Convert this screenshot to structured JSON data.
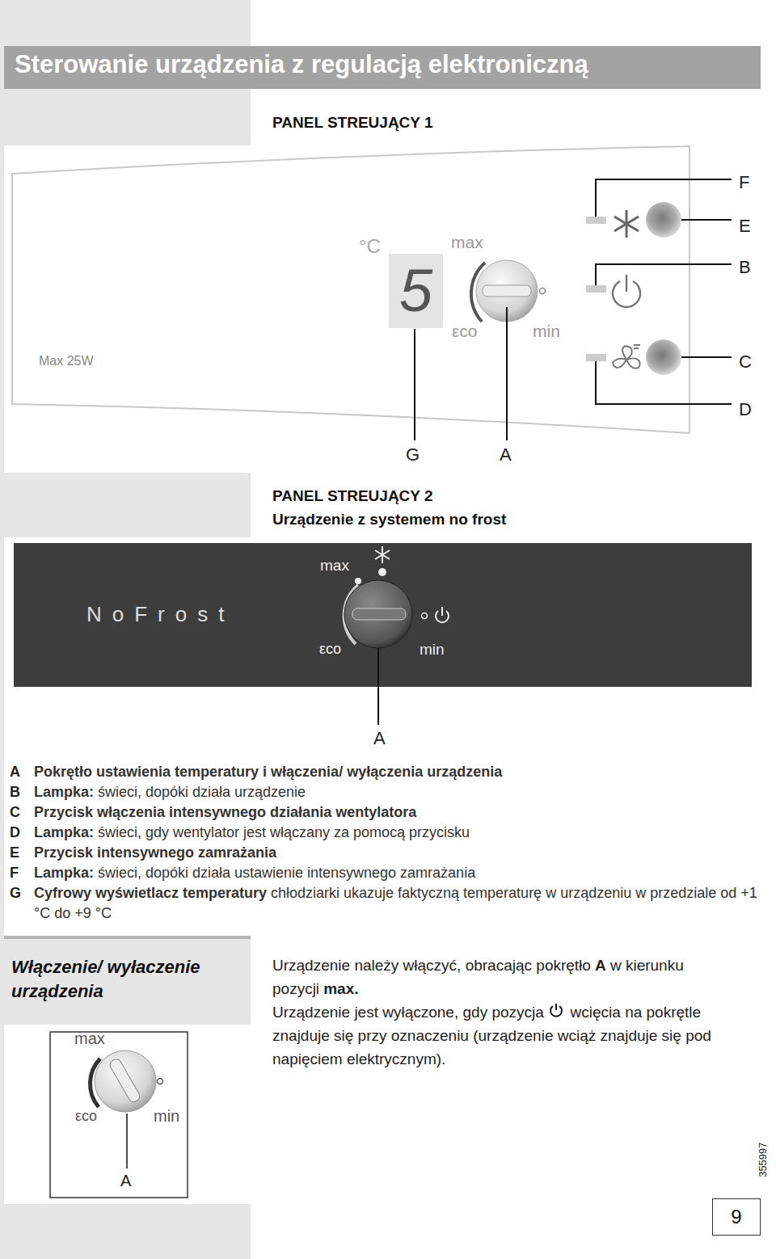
{
  "diagram": {
    "title": "Sterowanie urządzenia z regulacją elektroniczną",
    "nodes": [
      {
        "text": [
          "Max 25W"
        ]
      },
      {
        "text": [
          "5"
        ],
        "in": 0
      },
      {
        "text": [
          "NoFrost"
        ]
      },
      {
        "text": [
          "Włączenie/ wyłaczenie urządzenia"
        ]
      },
      {
        "text": [
          "9"
        ]
      }
    ],
    "labels": [
      "PANEL STREUJĄCY 1",
      "°C",
      "max",
      "εco",
      "min",
      "F",
      "E",
      "B",
      "C",
      "D",
      "G",
      "A",
      "PANEL STREUJĄCY 2",
      "Urządzenie z systemem no frost",
      "max",
      "εco",
      "min",
      "A",
      "A",
      "Pokrętło ustawienia temperatury i włączenia/ wyłączenia urządzenia",
      "B",
      "Lampka:",
      "świeci, dopóki działa urządzenie",
      "C",
      "Przycisk włączenia intensywnego działania wentylatora",
      "D",
      "Lampka:",
      "świeci, gdy wentylator jest włączany za pomocą przycisku",
      "E",
      "Przycisk intensywnego zamrażania",
      "F",
      "Lampka:",
      "świeci, dopóki działa ustawienie intensywnego zamrażania",
      "G",
      "Cyfrowy wyświetlacz temperatury",
      "chłodziarki ukazuje faktyczną temperaturę w urządzeniu w przedziale od +1 °C do +9 °C",
      "Urządzenie należy włączyć, obracając pokrętło",
      "A",
      "w kierunku pozycji",
      "max.",
      "Urządzenie jest wyłączone, gdy pozycja",
      "wcięcia na pokrętle znajduje się przy oznaczeniu (urządzenie wciąż znajduje się pod napięciem elektrycznym).",
      "max",
      "εco",
      "min",
      "A",
      "355997"
    ]
  }
}
